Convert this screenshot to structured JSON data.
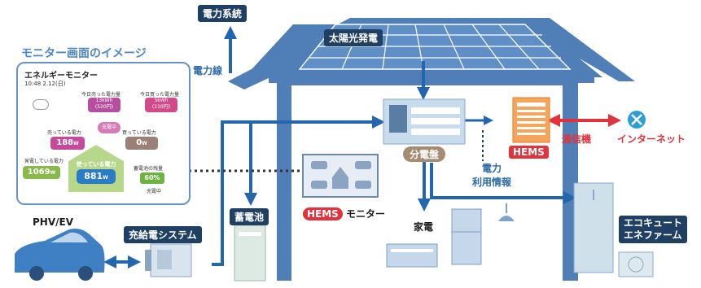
{
  "labels": {
    "grid": "電力系統",
    "power_line": "電力線",
    "solar": "太陽光発電",
    "distribution": "分電盤",
    "hems": "HEMS",
    "comm": "通信機",
    "internet": "インターネット",
    "power_info_1": "電力",
    "power_info_2": "利用情報",
    "hems_monitor_badge": "HEMS",
    "hems_monitor_text": "モニター",
    "appliances": "家電",
    "battery": "蓄電池",
    "charger": "充給電システム",
    "phv": "PHV/EV",
    "ecocute_1": "エコキュート",
    "ecocute_2": "エネファーム"
  },
  "monitor": {
    "heading": "モニター画面のイメージ",
    "title": "エネルギーモニター",
    "datetime": "10:48 2.12(日)",
    "sold_today_label": "今日売った電力量",
    "sold_today_kwh": "13kWh",
    "sold_today_yen": "(520円)",
    "bought_today_label": "今日買った電力量",
    "bought_today_kwh": "5kWh",
    "bought_today_yen": "(110円)",
    "selling_label": "売っている電力",
    "selling_value": "188",
    "buying_label": "買っている電力",
    "buying_value": "0",
    "charging_badge": "充電中",
    "generating_label": "発電している電力",
    "generating_value": "1069",
    "using_label": "使っている電力",
    "using_value": "881",
    "battery_label": "蓄電池の残量",
    "battery_value": "60%",
    "battery_status": "充電中",
    "unit": "W"
  },
  "colors": {
    "navy": "#1f3f63",
    "house_blue": "#4f7fb6",
    "arrow_blue": "#2266b0",
    "red": "#e2323b",
    "magenta": "#c0447f",
    "green": "#6cb33f"
  }
}
